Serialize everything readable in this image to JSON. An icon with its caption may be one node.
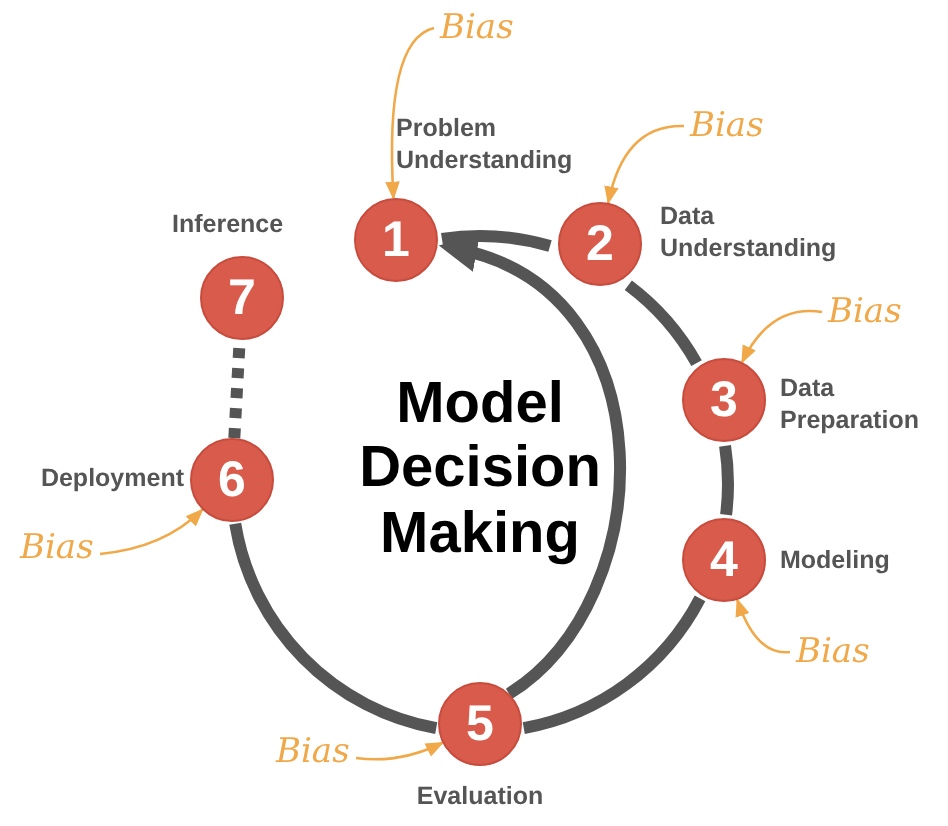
{
  "diagram": {
    "title": "Model Decision Making",
    "nodes": [
      {
        "text": [
          "1"
        ],
        "beside": [
          "Problem Understanding"
        ]
      },
      {
        "text": [
          "2"
        ],
        "beside": [
          "Data Understanding"
        ]
      },
      {
        "text": [
          "3"
        ],
        "beside": [
          "Data Preparation"
        ]
      },
      {
        "text": [
          "4"
        ],
        "beside": [
          "Modeling"
        ]
      },
      {
        "text": [
          "5"
        ],
        "beside": [
          "Evaluation"
        ]
      },
      {
        "text": [
          "6"
        ],
        "beside": [
          "Deployment"
        ]
      },
      {
        "text": [
          "7"
        ],
        "beside": [
          "Inference"
        ]
      },
      {
        "text": [
          "Bias"
        ]
      },
      {
        "text": [
          "Bias"
        ]
      },
      {
        "text": [
          "Bias"
        ]
      },
      {
        "text": [
          "Bias"
        ]
      },
      {
        "text": [
          "Bias"
        ]
      },
      {
        "text": [
          "Bias"
        ]
      }
    ],
    "edges": [
      {
        "from": 0,
        "to": 1,
        "arrow": "none"
      },
      {
        "from": 1,
        "to": 2,
        "arrow": "none"
      },
      {
        "from": 2,
        "to": 3,
        "arrow": "none"
      },
      {
        "from": 3,
        "to": 4,
        "arrow": "none"
      },
      {
        "from": 4,
        "to": 5,
        "arrow": "none"
      },
      {
        "from": 5,
        "to": 6,
        "arrow": "none",
        "style": "dashed"
      },
      {
        "from": 4,
        "to": 0,
        "arrow": "to"
      },
      {
        "from": 7,
        "to": 0,
        "arrow": "to",
        "color": "#f0a848"
      },
      {
        "from": 8,
        "to": 1,
        "arrow": "to",
        "color": "#f0a848"
      },
      {
        "from": 9,
        "to": 2,
        "arrow": "to",
        "color": "#f0a848"
      },
      {
        "from": 10,
        "to": 3,
        "arrow": "to",
        "color": "#f0a848"
      },
      {
        "from": 11,
        "to": 4,
        "arrow": "to",
        "color": "#f0a848"
      },
      {
        "from": 12,
        "to": 5,
        "arrow": "to",
        "color": "#f0a848"
      }
    ]
  }
}
